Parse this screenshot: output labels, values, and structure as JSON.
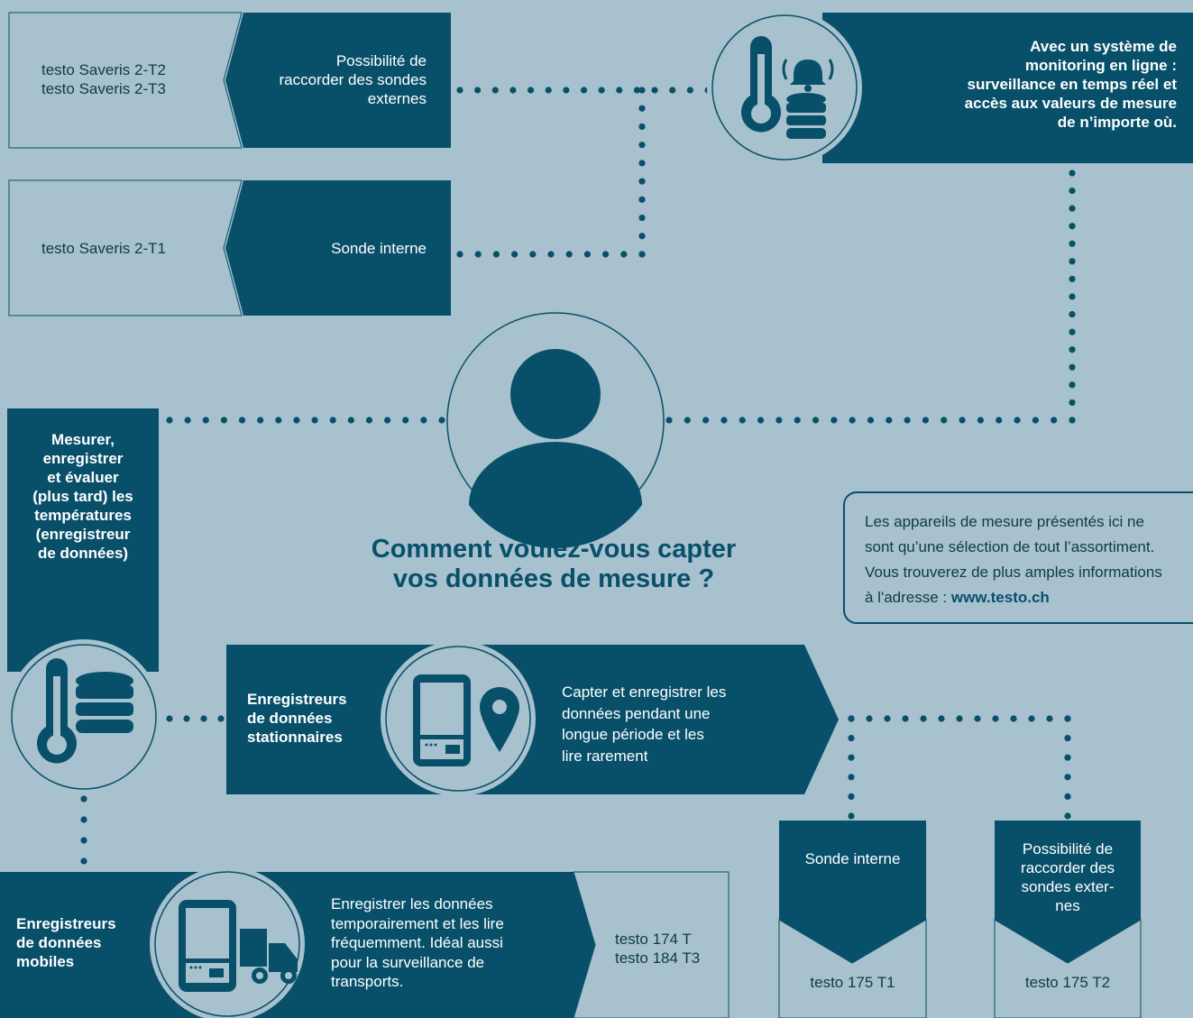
{
  "colors": {
    "background": "#a7c1ce",
    "dark": "#08506a",
    "light": "#a7c1ce",
    "text": "#0f3a4a",
    "white": "#ffffff"
  },
  "top_left": {
    "models_t2_t3": [
      "testo Saveris 2-T2",
      "testo Saveris 2-T3"
    ],
    "external_probes": [
      "Possibilité de",
      "raccorder des sondes",
      "externes"
    ],
    "model_t1": "testo Saveris 2-T1",
    "internal_probe": "Sonde interne"
  },
  "online_monitoring": {
    "icon": "thermometer-bell-database",
    "text": [
      "Avec un système de",
      "monitoring en ligne :",
      "surveillance en temps réel et",
      "accès aux valeurs de mesure",
      "de n’importe où."
    ]
  },
  "center": {
    "icon": "user-icon",
    "question": [
      "Comment voulez-vous capter",
      "vos données de mesure ?"
    ]
  },
  "left_column": {
    "text": [
      "Mesurer,",
      "enregistrer",
      "et évaluer",
      "(plus tard) les",
      "températures",
      "(enregistreur",
      "de données)"
    ],
    "icon": "thermometer-database"
  },
  "info_box": {
    "lines": [
      "Les appareils de mesure présentés ici ne",
      "sont qu’une sélection de tout l’assortiment.",
      "Vous trouverez de plus amples informations",
      "à l'adresse : "
    ],
    "url": "www.testo.ch"
  },
  "stationary": {
    "title": [
      "Enregistreurs",
      "de données",
      "stationnaires"
    ],
    "icon": "logger-location-icon",
    "description": [
      "Capter et enregistrer les",
      "données pendant une",
      "longue période et les",
      "lire rarement"
    ],
    "internal_probe": "Sonde interne",
    "internal_model": "testo 175 T1",
    "external_probe": [
      "Possibilité de",
      "raccorder des",
      "sondes exter-",
      "nes"
    ],
    "external_model": "testo 175 T2"
  },
  "mobile": {
    "title": [
      "Enregistreurs",
      "de données",
      "mobiles"
    ],
    "icon": "logger-truck-icon",
    "description": [
      "Enregistrer les données",
      "temporairement et les lire",
      "fréquemment. Idéal aussi",
      "pour la surveillance de",
      "transports."
    ],
    "models": [
      "testo 174 T",
      "testo 184 T3"
    ]
  }
}
